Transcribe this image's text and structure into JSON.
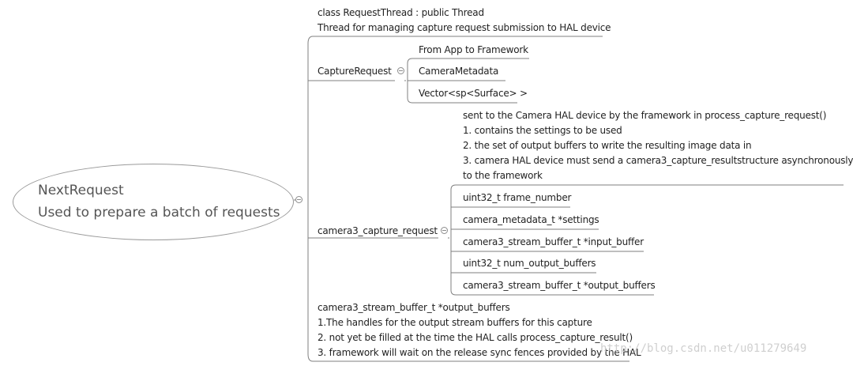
{
  "root": {
    "line1": "NextRequest",
    "line2": "Used to prepare a batch of requests"
  },
  "request_thread": {
    "line1": "class RequestThread : public Thread",
    "line2": "Thread for managing capture request submission to HAL device"
  },
  "capture_request": {
    "label": "CaptureRequest",
    "children": [
      "From App to Framework",
      "CameraMetadata",
      "Vector<sp<Surface> >"
    ]
  },
  "camera3_capture_request": {
    "label": "camera3_capture_request",
    "note": [
      "sent to the Camera HAL device by the framework in process_capture_request()",
      "1. contains the settings to be used",
      "2.  the set of output buffers to write the resulting image data in",
      "3.  camera HAL device must send a camera3_capture_resultstructure asynchronously",
      "to the framework"
    ],
    "fields": [
      "uint32_t frame_number",
      "camera_metadata_t *settings",
      "camera3_stream_buffer_t *input_buffer",
      "uint32_t num_output_buffers",
      "camera3_stream_buffer_t *output_buffers"
    ]
  },
  "output_buffers_note": {
    "lines": [
      "camera3_stream_buffer_t *output_buffers",
      "1.The handles for the output stream buffers for this capture",
      "2. not yet be filled at the time the HAL calls process_capture_result()",
      "3. framework will wait on the release sync fences provided by the HAL"
    ]
  },
  "watermark": "http://blog.csdn.net/u011279649",
  "colors": {
    "edge": "#7f7f7f",
    "text": "#222222",
    "root_text": "#555555",
    "watermark": "#cfcfcf"
  }
}
